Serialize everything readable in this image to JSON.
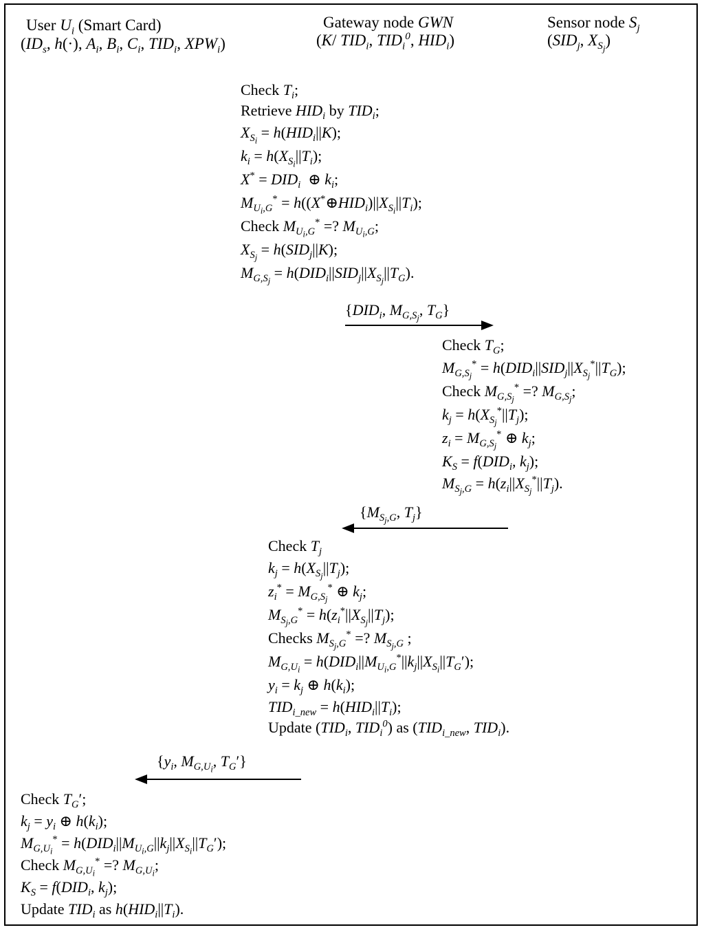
{
  "headers": {
    "user_title": "User",
    "user_name": "U",
    "user_name_sub": "i",
    "user_suffix": " (Smart Card)",
    "gateway_title": "Gateway node ",
    "gateway_name": "GWN",
    "sensor_title": "Sensor node ",
    "sensor_name": "S",
    "sensor_name_sub": "j"
  },
  "messages": {
    "m1": "{DIDi, MG,Sj, TG}",
    "m2": "{MSj,G, Tj}",
    "m3": "{yi, MG,Ui, TG′}"
  },
  "gateway_block1": [
    "Check Ti;",
    "Retrieve HIDi by TIDi;",
    "XSi = h(HIDi||K);",
    "ki = h(XSi||Ti);",
    "X* = DIDi ⊕ ki;",
    "MUi,G* = h((X*⊕HIDi)||XSi||Ti);",
    "Check MUi,G* =? MUi,G;",
    "XSj = h(SIDj||K);",
    "MG,Sj = h(DIDi||SIDj||XSj||TG)."
  ],
  "sensor_block": [
    "Check TG;",
    "MG,Sj* = h(DIDi||SIDj||XSj*||TG);",
    "Check MG,Sj* =? MG,Sj;",
    "kj = h(XSj*||Tj);",
    "zi = MG,Sj* ⊕ kj;",
    "KS = f(DIDi, kj);",
    "MSj,G = h(zi||XSj*||Tj)."
  ],
  "gateway_block2": [
    "Check Tj",
    "kj = h(XSj||Tj);",
    "zi* = MG,Sj* ⊕ kj;",
    "MSj,G* = h(zi*||XSj||Tj);",
    "Checks MSj,G* =? MSj,G ;",
    "MG,Ui = h(DIDi||MUi,G*||kj||XSi||TG′);",
    "yi = kj ⊕ h(ki);",
    "TIDi_new = h(HIDi||Ti);",
    "Update (TIDi, TIDi0) as (TIDi_new, TIDi)."
  ],
  "user_block": [
    "Check TG′;",
    "kj = yi ⊕ h(ki);",
    "MG,Ui* = h(DIDi||MUi,G||kj||XSi||TG′);",
    "Check MG,Ui* =? MG,Ui;",
    "KS = f(DIDi, kj);",
    "Update TIDi as h(HIDi||Ti)."
  ]
}
